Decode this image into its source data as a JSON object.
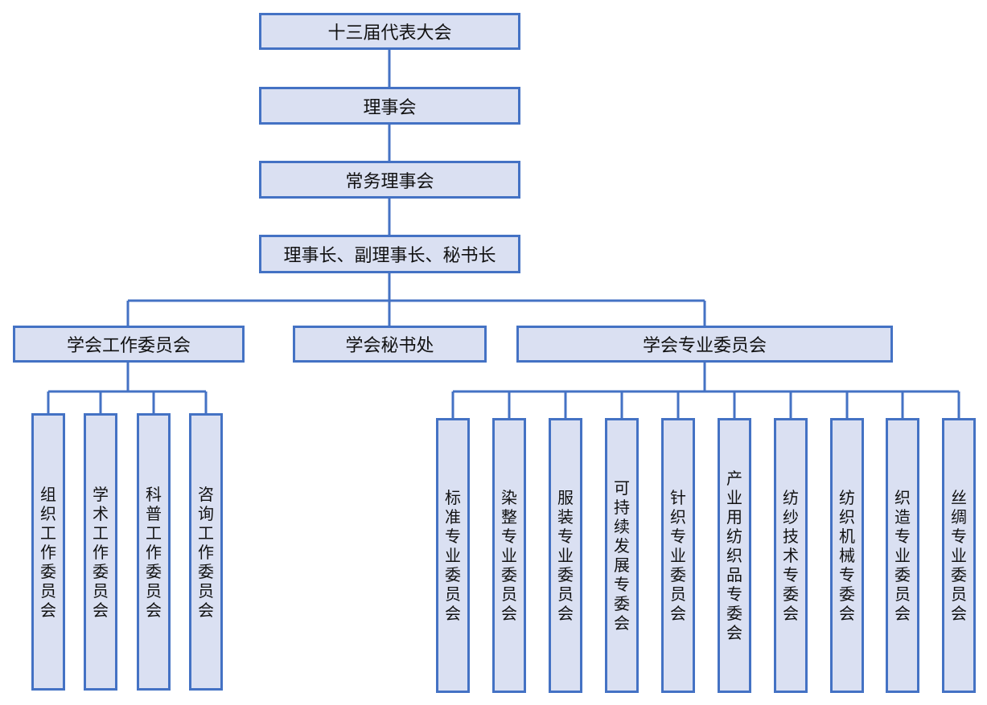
{
  "top_chain": [
    "十三届代表大会",
    "理事会",
    "常务理事会",
    "理事长、副理事长、秘书长"
  ],
  "departments": {
    "work_committee": "学会工作委员会",
    "secretariat": "学会秘书处",
    "professional_committee": "学会专业委员会"
  },
  "work_subcommittees": [
    "组织工作委员会",
    "学术工作委员会",
    "科普工作委员会",
    "咨询工作委员会"
  ],
  "professional_subcommittees": [
    "标准专业委员会",
    "染整专业委员会",
    "服装专业委员会",
    "可持续发展专委会",
    "针织专业委员会",
    "产业用纺织品专委会",
    "纺纱技术专委会",
    "纺织机械专委会",
    "织造专业委员会",
    "丝绸专业委员会"
  ],
  "colors": {
    "box_fill": "#dae0f2",
    "box_border": "#4472c4",
    "connector": "#4472c4"
  }
}
